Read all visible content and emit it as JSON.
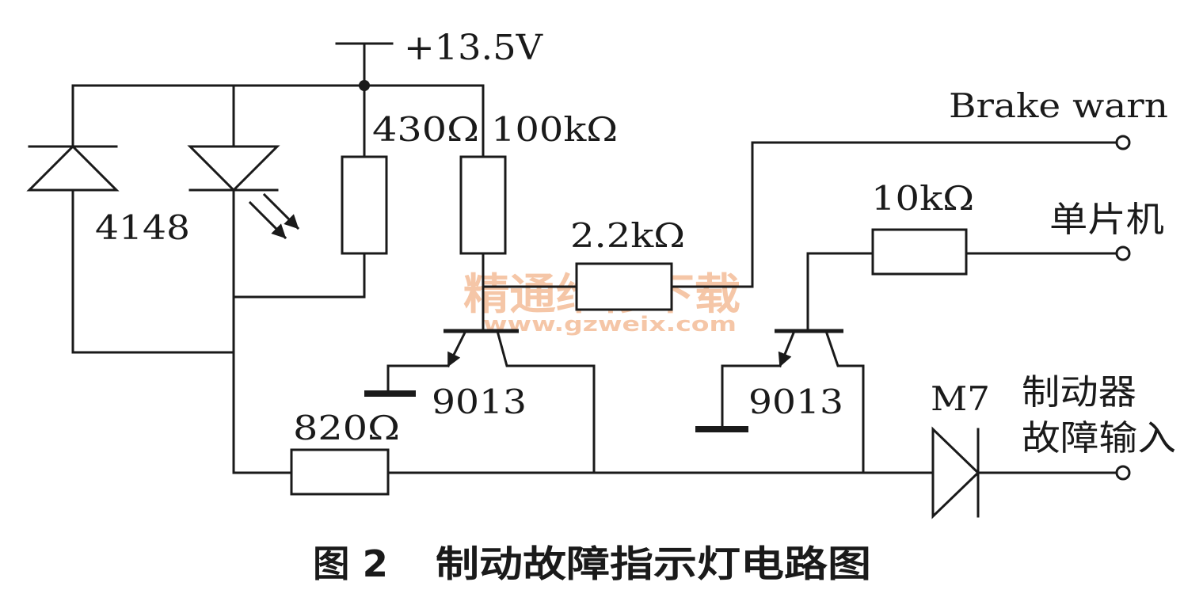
{
  "supply": {
    "label": "+13.5V"
  },
  "diode_4148": {
    "label": "4148"
  },
  "resistors": {
    "r430": "430Ω",
    "r100k": "100kΩ",
    "r2_2k": "2.2kΩ",
    "r10k": "10kΩ",
    "r820": "820Ω"
  },
  "transistors": {
    "q1": "9013",
    "q2": "9013"
  },
  "diode_m7": {
    "label": "M7"
  },
  "terminals": {
    "brake_warn": "Brake warn",
    "mcu": "单片机",
    "fault_input_line1": "制动器",
    "fault_input_line2": "故障输入"
  },
  "watermark": {
    "line1": "精通维修下载",
    "line2": "www.gzweix.com",
    "color": "#f2b48a"
  },
  "caption": {
    "figure": "图 2",
    "title": "制动故障指示灯电路图"
  },
  "colors": {
    "ink": "#1a1a1a",
    "background": "#ffffff"
  }
}
